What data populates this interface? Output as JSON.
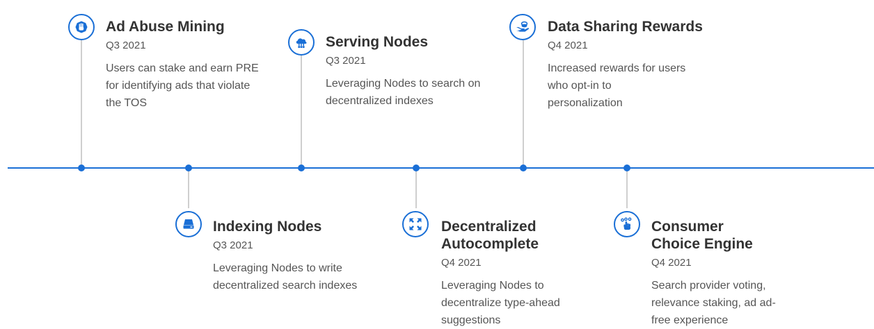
{
  "milestones": [
    {
      "title": "Ad Abuse Mining",
      "date": "Q3 2021",
      "description": "Users can stake and earn PRE for identifying ads that violate the TOS",
      "icon": "hand-stop-icon"
    },
    {
      "title": "Indexing Nodes",
      "date": "Q3 2021",
      "description": "Leveraging Nodes to write decentralized search indexes",
      "icon": "hard-drive-icon"
    },
    {
      "title": "Serving Nodes",
      "date": "Q3 2021",
      "description": "Leveraging Nodes to search on decentralized indexes",
      "icon": "cloud-network-icon"
    },
    {
      "title": "Decentralized Autocomplete",
      "date": "Q4 2021",
      "description": "Leveraging Nodes to decentralize type-ahead suggestions",
      "icon": "expand-arrows-icon"
    },
    {
      "title": "Data Sharing Rewards",
      "date": "Q4 2021",
      "description": "Increased rewards for users who opt-in to personalization",
      "icon": "hand-coins-icon"
    },
    {
      "title": "Consumer Choice Engine",
      "date": "Q4 2021",
      "description": "Search provider voting, relevance staking, ad ad-free experience",
      "icon": "touch-select-icon"
    }
  ],
  "colors": {
    "accent": "#1a6fd6",
    "stem": "#cfcfcf",
    "title": "#333333",
    "text": "#555555"
  }
}
